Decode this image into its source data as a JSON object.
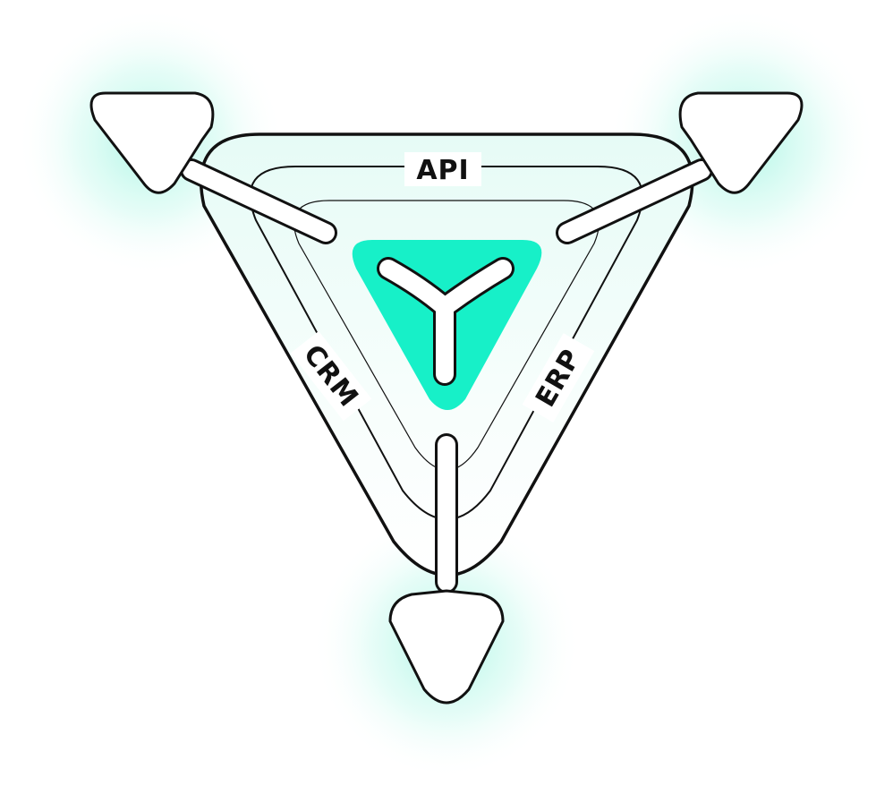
{
  "diagram": {
    "labels": {
      "top": "API",
      "left": "CRM",
      "right": "ERP"
    }
  },
  "colors": {
    "accent": "#17f0c8",
    "glow": "#bff8ec",
    "stroke": "#111111",
    "background": "#ffffff"
  },
  "icons": {
    "center": "three-way-connector-icon",
    "arrows": [
      "arrow-top-left-icon",
      "arrow-top-right-icon",
      "arrow-bottom-icon"
    ]
  }
}
